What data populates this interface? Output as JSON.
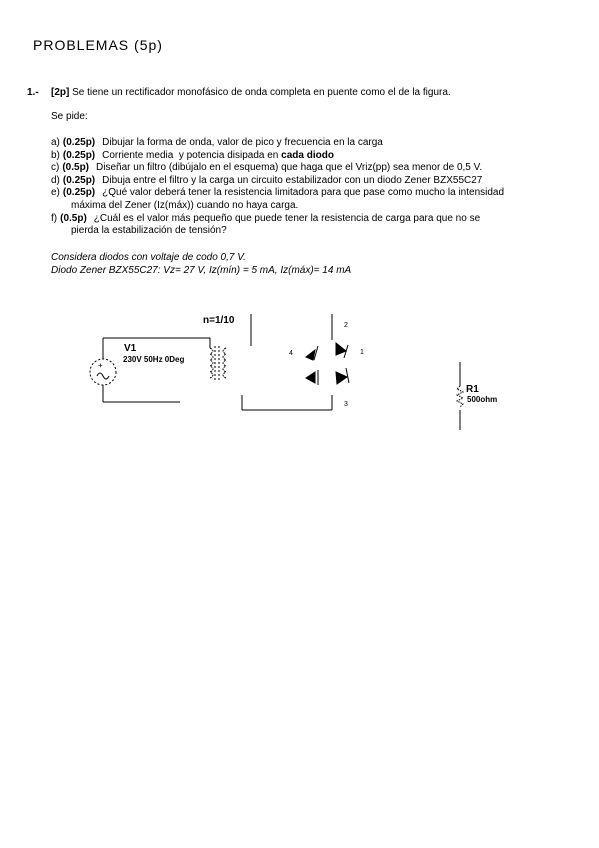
{
  "header": {
    "title": "PROBLEMAS (5p)"
  },
  "problem": {
    "number": "1.-",
    "points": "[2p]",
    "statement": "Se tiene un rectificador monofásico de onda completa en puente como el de la figura.",
    "se_pide": "Se pide:",
    "items": [
      {
        "label": "a)",
        "points": "(0.25p)",
        "text": "Dibujar la forma de onda, valor de pico y frecuencia en la carga"
      },
      {
        "label": "b)",
        "points": "(0.25p)",
        "text_before": "Corriente media  y potencia disipada en ",
        "text_bold": "cada diodo"
      },
      {
        "label": "c)",
        "points": "(0.5p)",
        "text": "Diseñar un filtro (dibújalo en el esquema) que haga que el Vriz(pp) sea menor de 0,5 V."
      },
      {
        "label": "d)",
        "points": "(0.25p)",
        "text": "Dibuja entre el filtro y la carga un circuito estabilizador con un diodo Zener BZX55C27"
      },
      {
        "label": "e)",
        "points": "(0.25p)",
        "text": "¿Qué valor deberá tener la resistencia limitadora para que pase como mucho la intensidad",
        "cont": "máxima del Zener (Iz(máx)) cuando no haya carga."
      },
      {
        "label": "f)",
        "points": "(0.5p)",
        "text": "¿Cuál es el valor más pequeño que puede tener la resistencia de carga para que no se",
        "cont": "pierda la estabilización de tensión?"
      }
    ],
    "notes": [
      "Considera diodos con voltaje de codo 0,7 V.",
      "Diodo Zener BZX55C27: Vz= 27 V, Iz(mín) = 5 mA, Iz(máx)= 14 mA"
    ]
  },
  "circuit": {
    "transformer_ratio": "n=1/10",
    "source_name": "V1",
    "source_value": "230V 50Hz 0Deg",
    "source_plus": "+",
    "node_labels": {
      "n1": "1",
      "n2": "2",
      "n3": "3",
      "n4": "4"
    },
    "load_name": "R1",
    "load_value": "500ohm"
  }
}
